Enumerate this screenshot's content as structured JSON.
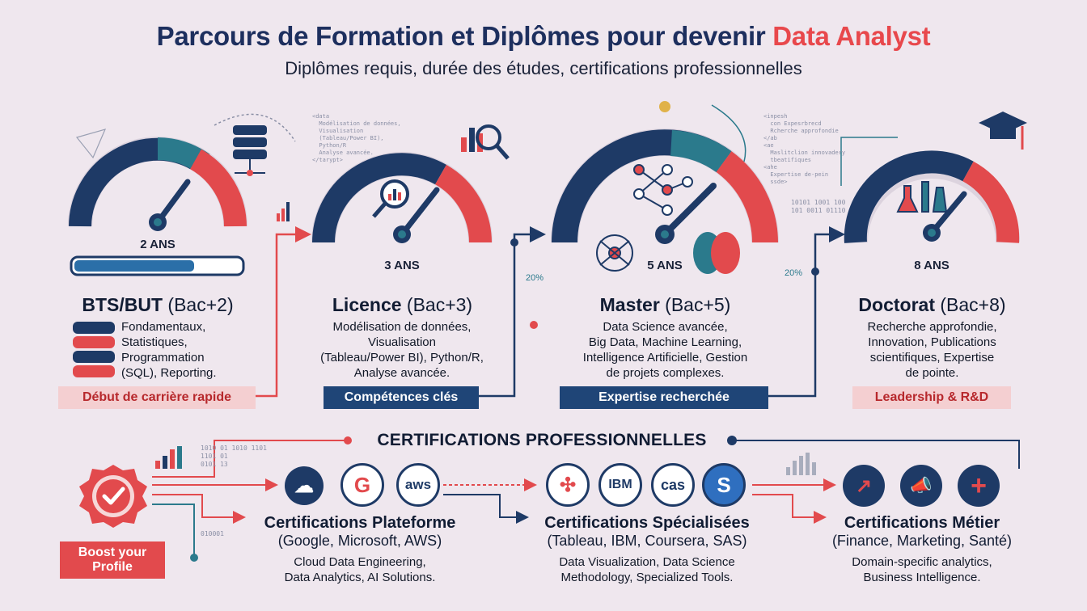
{
  "header": {
    "title_main": "Parcours de Formation et Diplômes pour devenir ",
    "title_accent": "Data Analyst",
    "subtitle": "Diplômes requis, durée des études, certifications professionnelles"
  },
  "degrees": [
    {
      "years": "2 ANS",
      "name": "BTS/BUT",
      "level": " (Bac+2)",
      "desc": [
        "Fondamentaux,",
        "Statistiques,",
        "Programmation",
        "(SQL), Reporting."
      ],
      "ribbon": "Début de carrière rapide",
      "progress": 0.72
    },
    {
      "years": "3 ANS",
      "name": "Licence",
      "level": " (Bac+3)",
      "desc": [
        "Modélisation de données,",
        "Visualisation",
        "(Tableau/Power BI), Python/R,",
        "Analyse avancée."
      ],
      "ribbon": "Compétences clés",
      "side_label": "20%"
    },
    {
      "years": "5 ANS",
      "name": "Master",
      "level": " (Bac+5)",
      "desc": [
        "Data Science avancée,",
        "Big Data, Machine Learning,",
        "Intelligence Artificielle, Gestion",
        "de projets complexes."
      ],
      "ribbon": "Expertise recherchée",
      "side_label": "20%"
    },
    {
      "years": "8 ANS",
      "name": "Doctorat",
      "level": " (Bac+8)",
      "desc": [
        "Recherche approfondie,",
        "Innovation, Publications",
        "scientifiques, Expertise",
        "de pointe."
      ],
      "ribbon": "Leadership & R&D"
    }
  ],
  "certifications": {
    "header": "CERTIFICATIONS PROFESSIONNELLES",
    "boost": [
      "Boost your",
      "Profile"
    ],
    "categories": [
      {
        "title": "Certifications Plateforme",
        "sub": "(Google, Microsoft, AWS)",
        "desc": [
          "Cloud Data Engineering,",
          "Data Analytics, AI Solutions."
        ],
        "icons": [
          "cloud-upload-icon",
          "google-cloud-icon",
          "aws-icon"
        ],
        "icon_labels": [
          "☁",
          "G",
          "aws"
        ]
      },
      {
        "title": "Certifications Spécialisées",
        "sub": "(Tableau, IBM, Coursera, SAS)",
        "desc": [
          "Data Visualization, Data Science",
          "Methodology, Specialized Tools."
        ],
        "icons": [
          "tableau-icon",
          "ibm-icon",
          "coursera-icon",
          "sas-icon"
        ],
        "icon_labels": [
          "✣",
          "IBM",
          "cas",
          "S"
        ]
      },
      {
        "title": "Certifications Métier",
        "sub": "(Finance, Marketing, Santé)",
        "desc": [
          "Domain-specific analytics,",
          "Business Intelligence."
        ],
        "icons": [
          "finance-chart-icon",
          "megaphone-icon",
          "health-cross-icon"
        ],
        "icon_labels": [
          "↗",
          "📣",
          "+"
        ]
      }
    ]
  },
  "decor": {
    "binary1": "1010 01 1010 1101\n1101 01\n0101 13",
    "binary2": "010001",
    "binary3": "10101 1001 100\n101 0011 01110",
    "code1": "<data\n  Modélisation de données,\n  Visualisation\n  (Tableau/Power BI),\n  Python/R\n  Analyse avancée.\n</tarypt>",
    "code2": "<inpesh\n  con Expesrbrecd\n  Rcherche approfondie\n</ab\n<ae\n  Maslitclion innovadery\n  tbeatifiques\n<ahe\n  Expertise de-pein\n  ssde>"
  },
  "colors": {
    "navy": "#1e3a66",
    "red": "#e24a4d",
    "teal": "#2b7a8c",
    "background": "#efe7ee"
  }
}
